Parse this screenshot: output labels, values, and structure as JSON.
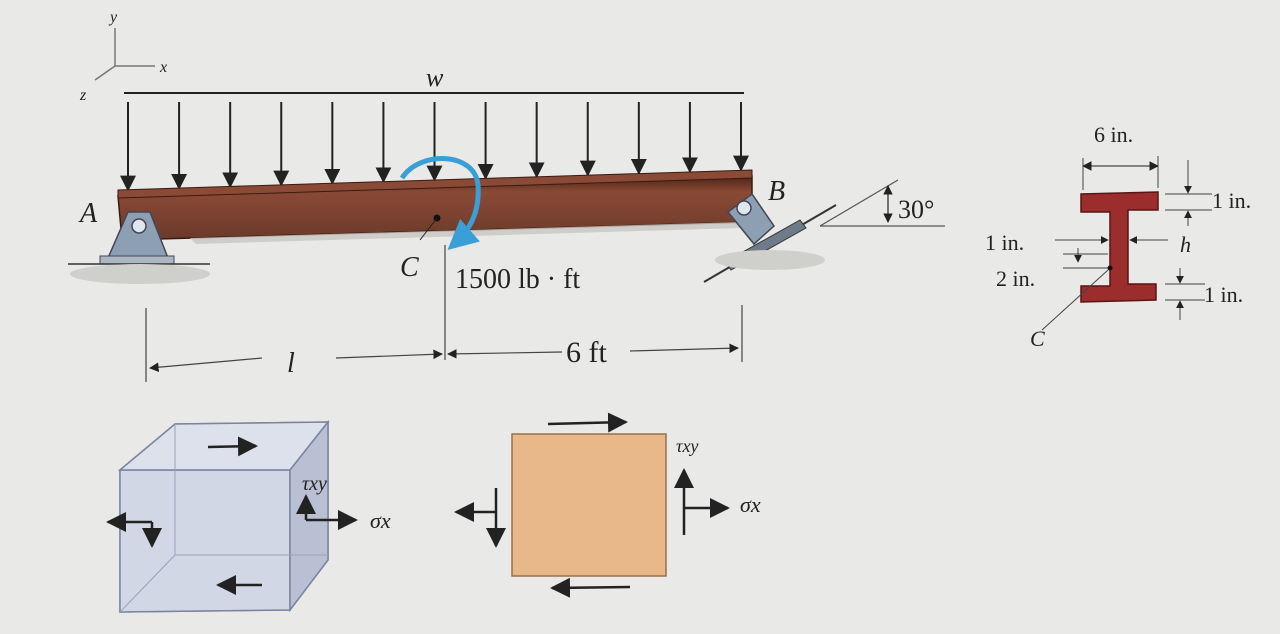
{
  "axes": {
    "y": "y",
    "x": "x",
    "z": "z"
  },
  "load": {
    "label": "w"
  },
  "points": {
    "a": "A",
    "b": "B",
    "c": "C"
  },
  "moment": {
    "label": "1500 lb · ft"
  },
  "dims": {
    "l": "l",
    "six_ft": "6 ft"
  },
  "support_angle": "30°",
  "section": {
    "width": "6 in.",
    "top_flange": "1 in.",
    "depth": "h",
    "bottom_flange": "1 in.",
    "web": "1 in.",
    "c_offset": "2 in.",
    "point": "C"
  },
  "element3d": {
    "tau": "τxy",
    "sigma": "σx"
  },
  "element2d": {
    "tau": "τxy",
    "sigma": "σx"
  },
  "colors": {
    "beam": "#6b3a2a",
    "beam_top": "#8a4a35",
    "support": "#8da0b3",
    "moment_arrow": "#3a9fd6",
    "section": "#9b2d2d",
    "cube": "#c5cbdc",
    "square": "#e8b888"
  }
}
